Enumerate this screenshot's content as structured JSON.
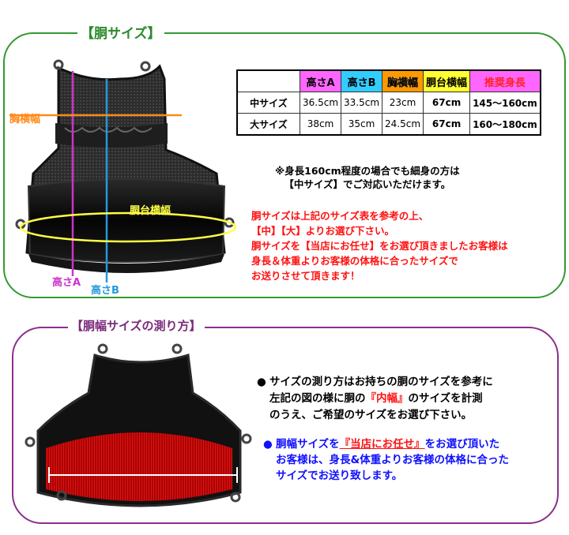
{
  "section1": {
    "title": "【胴サイズ】",
    "labels": {
      "muneyoko": "胸横幅",
      "dodai": "胴台横幅",
      "height_a": "高さA",
      "height_b": "高さB"
    },
    "table": {
      "headers": [
        "",
        "高さA",
        "高さB",
        "胸横幅",
        "胴台横幅",
        "推奨身長"
      ],
      "rows": [
        {
          "label": "中サイズ",
          "a": "36.5cm",
          "b": "33.5cm",
          "mune": "23cm",
          "dodai": "67cm",
          "height": "145〜160cm"
        },
        {
          "label": "大サイズ",
          "a": "38cm",
          "b": "35cm",
          "mune": "24.5cm",
          "dodai": "67cm",
          "height": "160〜180cm"
        }
      ]
    },
    "note_black": [
      "※身長160cm程度の場合でも細身の方は",
      "【中サイズ】でご対応いただけます。"
    ],
    "note_red": [
      "胴サイズは上記のサイズ表を参考の上、",
      "【中】【大】よりお選び下さい。",
      "胴サイズを【当店にお任せ】をお選び頂きましたお客様は",
      "身長＆体重よりお客様の体格に合ったサイズで",
      "お送りさせて頂きます！"
    ]
  },
  "section2": {
    "title": "【胴幅サイズの測り方】",
    "black": {
      "bullet": "●",
      "line1": "サイズの測り方はお持ちの胴のサイズを参考に",
      "line2a": "左記の図の様に胴の",
      "line2b": "『内幅』",
      "line2c": "のサイズを計測",
      "line3": "のうえ、ご希望のサイズをお選び下さい。"
    },
    "blue": {
      "bullet": "●",
      "line1a": "胴幅サイズを",
      "line1b": "『当店にお任せ』",
      "line1c": "をお選び頂いた",
      "line2": "お客様は、身長&体重よりお客様の体格に合った",
      "line3": "サイズでお送り致します。"
    }
  },
  "colors": {
    "section1_border": "#339933",
    "section2_border": "#8c2f8c",
    "height_a_line": "#cc33cc",
    "height_b_line": "#2299dd",
    "muneyoko_line": "#ff8a1a",
    "dodai_line": "#ffff44",
    "note_red": "#ff1111",
    "note_blue": "#1010ff"
  }
}
